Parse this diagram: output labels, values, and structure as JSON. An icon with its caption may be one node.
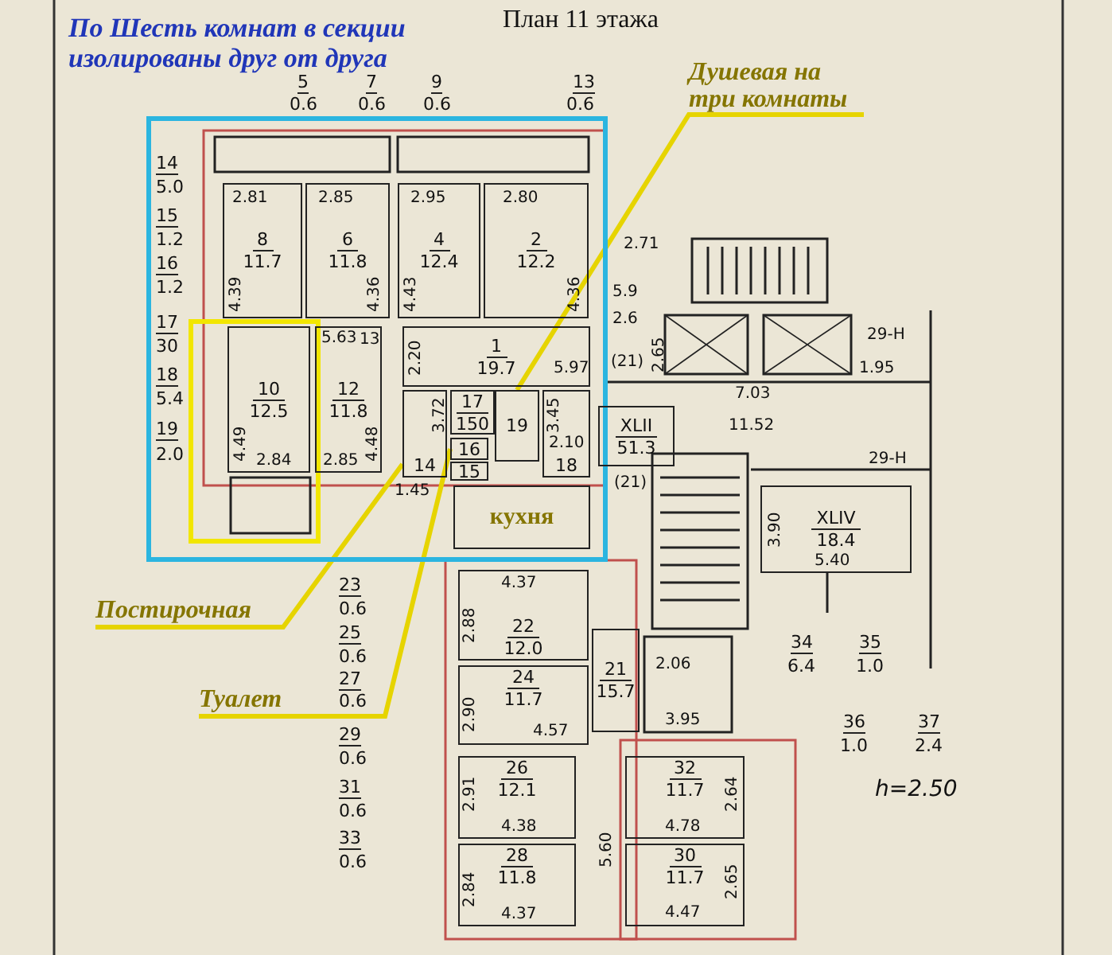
{
  "diagram": {
    "title": "План 11 этажа",
    "nodes": [
      {
        "text": [
          "По Шесть комнат в секции изолированы друг от друга"
        ]
      },
      {
        "text": [
          "8",
          "11.7"
        ],
        "in": 0
      },
      {
        "text": [
          "6",
          "11.8"
        ],
        "in": 0
      },
      {
        "text": [
          "4",
          "12.4"
        ],
        "in": 0
      },
      {
        "text": [
          "2",
          "12.2"
        ],
        "in": 0
      },
      {
        "text": [
          "10",
          "12.5"
        ],
        "in": 0
      },
      {
        "text": [
          "12",
          "11.8"
        ],
        "in": 0
      },
      {
        "text": [
          "1",
          "19.7"
        ],
        "in": 0
      },
      {
        "text": [
          "14"
        ],
        "in": 0
      },
      {
        "text": [
          "17",
          "150"
        ],
        "in": 0
      },
      {
        "text": [
          "16"
        ],
        "in": 0
      },
      {
        "text": [
          "15"
        ],
        "in": 0
      },
      {
        "text": [
          "19"
        ],
        "in": 0
      },
      {
        "text": [
          "18"
        ],
        "in": 0
      },
      {
        "text": [
          "кухня"
        ],
        "in": 0
      },
      {
        "text": [
          "XLII",
          "51.3"
        ]
      },
      {
        "text": [
          "XLIV",
          "18.4"
        ]
      },
      {
        "text": [
          "22",
          "12.0"
        ]
      },
      {
        "text": [
          "24",
          "11.7"
        ]
      },
      {
        "text": [
          "21",
          "15.7"
        ]
      },
      {
        "text": [
          "26",
          "12.1"
        ]
      },
      {
        "text": [
          "28",
          "11.8"
        ]
      },
      {
        "text": [
          "32",
          "11.7"
        ]
      },
      {
        "text": [
          "30",
          "11.7"
        ]
      },
      {
        "text": [
          "Душевая на три комнаты"
        ]
      },
      {
        "text": [
          "Постирочная"
        ]
      },
      {
        "text": [
          "Туалет"
        ]
      }
    ],
    "edges": [
      {
        "from": 24,
        "to": 12,
        "arrow": "none"
      },
      {
        "from": 25,
        "to": 8,
        "arrow": "none"
      },
      {
        "from": 26,
        "to": 10,
        "arrow": "none"
      }
    ],
    "labels": [
      "5",
      "0.6",
      "7",
      "0.6",
      "9",
      "0.6",
      "13",
      "0.6",
      "14",
      "5.0",
      "15",
      "1.2",
      "16",
      "1.2",
      "17",
      "30",
      "18",
      "5.4",
      "19",
      "2.0",
      "23",
      "0.6",
      "25",
      "0.6",
      "27",
      "0.6",
      "29",
      "0.6",
      "31",
      "0.6",
      "33",
      "0.6",
      "2.81",
      "2.85",
      "2.95",
      "2.80",
      "4.39",
      "4.36",
      "4.43",
      "4.36",
      "5.63",
      "4.49",
      "2.84",
      "4.48",
      "2.85",
      "13",
      "2.20",
      "3.72",
      "5.97",
      "3.45",
      "2.10",
      "1.45",
      "2.71",
      "5.9",
      "2.6",
      "2.65",
      "(21)",
      "7.03",
      "11.52",
      "29-H",
      "1.95",
      "29-H",
      "3.90",
      "5.40",
      "(21)",
      "4.37",
      "2.88",
      "2.90",
      "4.57",
      "2.91",
      "4.38",
      "2.84",
      "4.37",
      "5.60",
      "4.78",
      "4.47",
      "2.64",
      "2.65",
      "3.95",
      "2.06",
      "34",
      "6.4",
      "35",
      "1.0",
      "36",
      "1.0",
      "37",
      "2.4",
      "h=2.50"
    ]
  }
}
